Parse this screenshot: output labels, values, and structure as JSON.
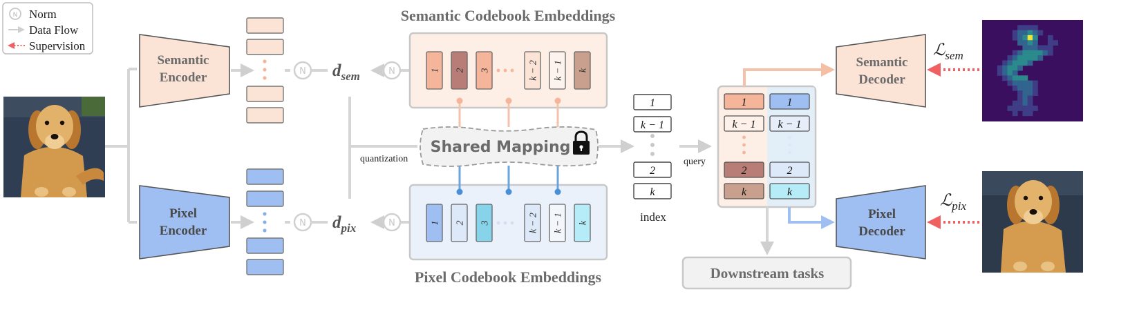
{
  "legend": {
    "norm_symbol": "N",
    "norm": "Norm",
    "data_flow": "Data Flow",
    "supervision": "Supervision"
  },
  "titles": {
    "semantic_codebook": "Semantic Codebook Embeddings",
    "pixel_codebook": "Pixel Codebook Embeddings"
  },
  "encoders": {
    "semantic": [
      "Semantic",
      "Encoder"
    ],
    "pixel": [
      "Pixel",
      "Encoder"
    ]
  },
  "decoders": {
    "semantic": [
      "Semantic",
      "Decoder"
    ],
    "pixel": [
      "Pixel",
      "Decoder"
    ]
  },
  "distances": {
    "sem_base": "d",
    "sem_sub": "sem",
    "pix_base": "d",
    "pix_sub": "pix"
  },
  "losses": {
    "sem_base": "ℒ",
    "sem_sub": "sem",
    "pix_base": "ℒ",
    "pix_sub": "pix"
  },
  "codebook_entries": [
    "1",
    "2",
    "3",
    "k − 2",
    "k − 1",
    "k"
  ],
  "shared_mapping": "Shared Mapping",
  "quantization_label": "quantization",
  "index_list": [
    "1",
    "k − 1",
    "2",
    "k"
  ],
  "index_label": "index",
  "query_label": "query",
  "query_rows": [
    {
      "sem": "1",
      "pix": "1"
    },
    {
      "sem": "k − 1",
      "pix": "k − 1"
    },
    {
      "sem": "2",
      "pix": "2"
    },
    {
      "sem": "k",
      "pix": "k"
    }
  ],
  "downstream": "Downstream tasks",
  "colors": {
    "sem_light": "#fbe3d6",
    "sem_mid": "#f4b59a",
    "sem_dark": "#b97d78",
    "sem_brown": "#c9a08e",
    "pix_light": "#dde8f8",
    "pix_mid": "#9fbff2",
    "pix_cyan": "#86d3ea",
    "pix_cyan_light": "#b5ecf7",
    "gray": "#c8c8c8",
    "red": "#f06060",
    "heatmap_bg": "#3b0f60"
  }
}
